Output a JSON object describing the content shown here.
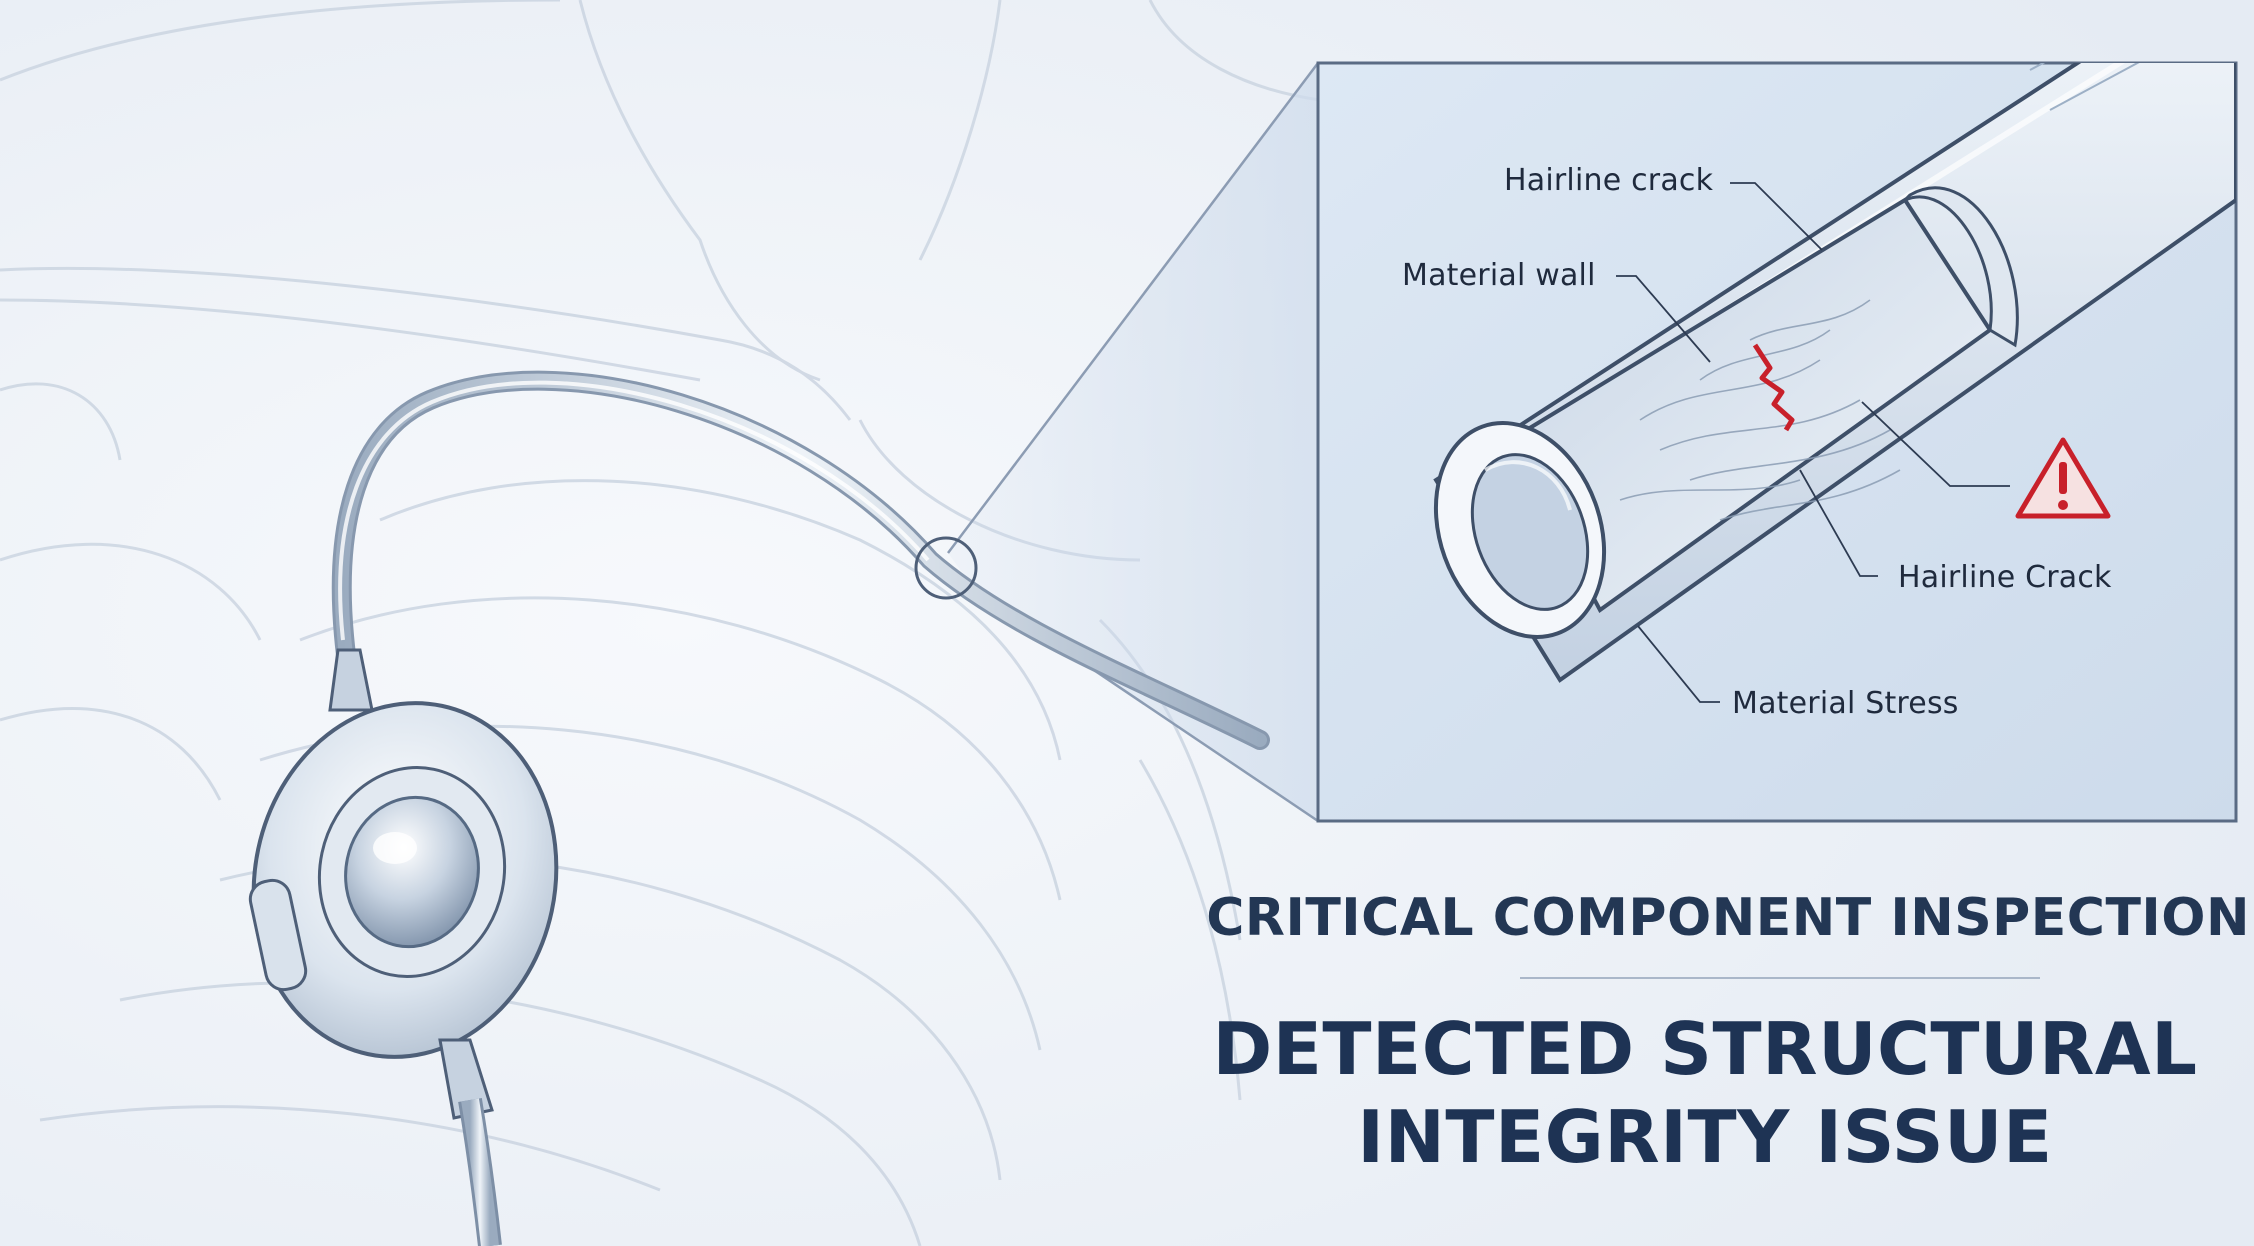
{
  "callouts": {
    "hairline_crack_top": "Hairline crack",
    "material_wall": "Material wall",
    "hairline_crack_right": "Hairline Crack",
    "material_stress": "Material Stress"
  },
  "icons": {
    "warning": "warning-triangle-icon"
  },
  "colors": {
    "background": "#eef2f7",
    "inset_background": "#d6e3f1",
    "title_text": "#1e3354",
    "crack_red": "#c8202a",
    "outline": "#4e5f78"
  },
  "title": {
    "section": "CRITICAL COMPONENT INSPECTION",
    "line1": "DETECTED STRUCTURAL",
    "line2": "INTEGRITY ISSUE"
  }
}
